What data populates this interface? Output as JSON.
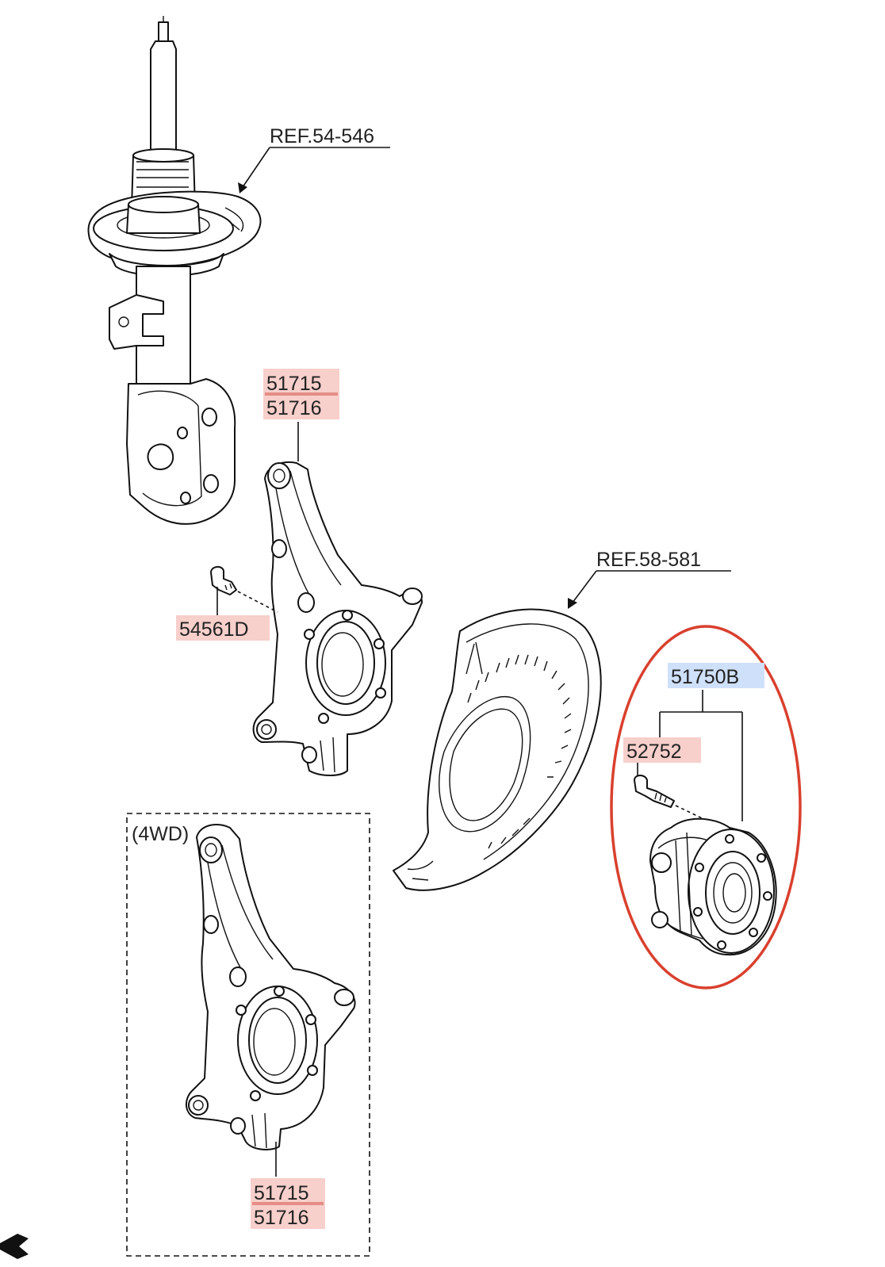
{
  "diagram": {
    "refs": {
      "strut": "REF.54-546",
      "disc_cover": "REF.58-581"
    },
    "parts": {
      "knuckle_top_a": "51715",
      "knuckle_top_b": "51716",
      "bolt_left": "54561D",
      "hub_assembly": "51750B",
      "hub_bolt": "52752",
      "knuckle_4wd_a": "51715",
      "knuckle_4wd_b": "51716"
    },
    "group_label": "(4WD)",
    "colors": {
      "part_highlight": "#f7cfcb",
      "assembly_highlight": "#cfe0fa",
      "callout_circle": "#d9402e",
      "line": "#111111"
    }
  }
}
